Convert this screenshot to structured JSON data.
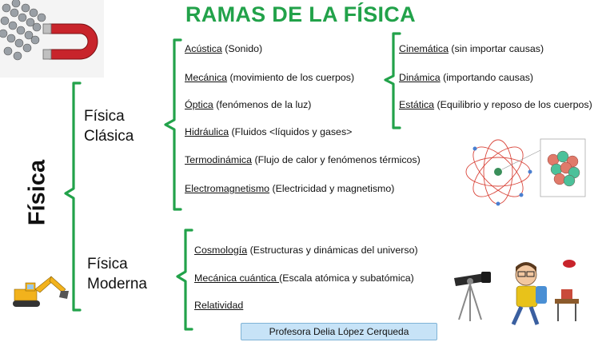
{
  "title": "RAMAS DE LA FÍSICA",
  "root": "Física",
  "classic": {
    "label_l1": "Física",
    "label_l2": "Clásica",
    "items": [
      {
        "term": "Acústica",
        "desc": " (Sonido)"
      },
      {
        "term": "Mecánica",
        "desc": " (movimiento de los cuerpos)"
      },
      {
        "term": "Óptica",
        "desc": " (fenómenos de la luz)"
      },
      {
        "term": "Hidráulica",
        "desc": " (Fluidos <líquidos y gases>"
      },
      {
        "term": "Termodinámica",
        "desc": " (Flujo de calor y fenómenos térmicos)"
      },
      {
        "term": "Electromagnetismo",
        "desc": " (Electricidad y magnetismo)"
      }
    ],
    "mechanics": [
      {
        "term": "Cinemática",
        "desc": " (sin importar causas)"
      },
      {
        "term": "Dinámica",
        "desc": " (importando causas)"
      },
      {
        "term": "Estática",
        "desc": " (Equilibrio y reposo de los cuerpos)"
      }
    ]
  },
  "modern": {
    "label_l1": "Física",
    "label_l2": "Moderna",
    "items": [
      {
        "term": "Cosmología",
        "desc": " (Estructuras y dinámicas del universo)"
      },
      {
        "term": "Mecánica cuántica ",
        "desc": "(Escala atómica y subatómica)"
      },
      {
        "term": "Relatividad",
        "desc": ""
      }
    ]
  },
  "author": "Profesora Delia López Cerqueda",
  "colors": {
    "accent": "#22a24a",
    "badge": "#c7e3f7"
  }
}
